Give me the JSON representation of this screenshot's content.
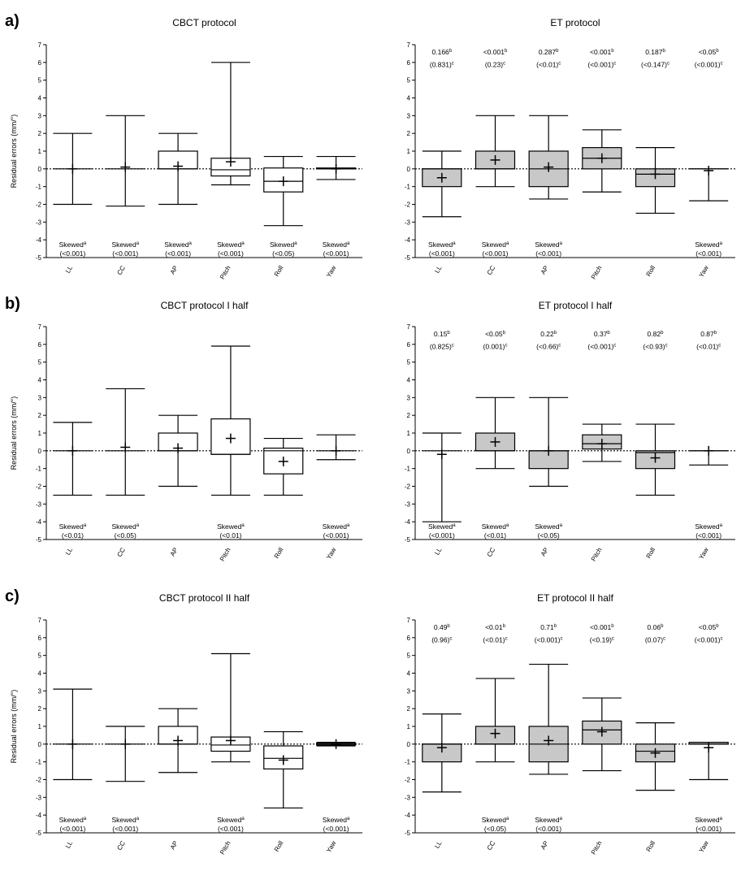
{
  "chart_data": [
    {
      "type": "boxplot",
      "panel": "a",
      "title": "CBCT protocol",
      "ylabel": "Residual errors (mm/°)",
      "ylim": [
        -5,
        7
      ],
      "yticks": [
        -5,
        -4,
        -3,
        -2,
        -1,
        0,
        1,
        2,
        3,
        4,
        5,
        6,
        7
      ],
      "reference_line": 0,
      "box_fill": "#ffffff",
      "categories": [
        "LL",
        "CC",
        "AP",
        "Pitch",
        "Roll",
        "Yaw"
      ],
      "boxes": [
        {
          "min": -2.0,
          "q1": 0.0,
          "median": 0.0,
          "q3": 0.0,
          "max": 2.0,
          "mean": 0.0
        },
        {
          "min": -2.1,
          "q1": 0.0,
          "median": 0.0,
          "q3": 0.0,
          "max": 3.0,
          "mean": 0.1
        },
        {
          "min": -2.0,
          "q1": 0.0,
          "median": 0.0,
          "q3": 1.0,
          "max": 2.0,
          "mean": 0.15
        },
        {
          "min": -0.9,
          "q1": -0.4,
          "median": -0.05,
          "q3": 0.6,
          "max": 6.0,
          "mean": 0.4
        },
        {
          "min": -3.2,
          "q1": -1.3,
          "median": -0.7,
          "q3": 0.05,
          "max": 0.7,
          "mean": -0.7
        },
        {
          "min": -0.6,
          "q1": 0.0,
          "median": 0.0,
          "q3": 0.05,
          "max": 0.7,
          "mean": 0.0
        }
      ],
      "top_annotations": [],
      "bottom_annotations": [
        {
          "label": "Skewed",
          "sup": "a",
          "p": "(<0.001)"
        },
        {
          "label": "Skewed",
          "sup": "a",
          "p": "(<0.001)"
        },
        {
          "label": "Skewed",
          "sup": "a",
          "p": "(<0.001)"
        },
        {
          "label": "Skewed",
          "sup": "a",
          "p": "(<0.001)"
        },
        {
          "label": "Skewed",
          "sup": "a",
          "p": "(<0.05)"
        },
        {
          "label": "Skewed",
          "sup": "a",
          "p": "(<0.001)"
        }
      ]
    },
    {
      "type": "boxplot",
      "panel": "a",
      "title": "ET protocol",
      "ylim": [
        -5,
        7
      ],
      "yticks": [
        -5,
        -4,
        -3,
        -2,
        -1,
        0,
        1,
        2,
        3,
        4,
        5,
        6,
        7
      ],
      "reference_line": 0,
      "box_fill": "#c8c8c8",
      "categories": [
        "LL",
        "CC",
        "AP",
        "Pitch",
        "Roll",
        "Yaw"
      ],
      "boxes": [
        {
          "min": -2.7,
          "q1": -1.0,
          "median": 0.0,
          "q3": 0.0,
          "max": 1.0,
          "mean": -0.5
        },
        {
          "min": -1.0,
          "q1": 0.0,
          "median": 0.0,
          "q3": 1.0,
          "max": 3.0,
          "mean": 0.5
        },
        {
          "min": -1.7,
          "q1": -1.0,
          "median": 0.0,
          "q3": 1.0,
          "max": 3.0,
          "mean": 0.1
        },
        {
          "min": -1.3,
          "q1": 0.0,
          "median": 0.6,
          "q3": 1.2,
          "max": 2.2,
          "mean": 0.6
        },
        {
          "min": -2.5,
          "q1": -1.0,
          "median": -0.3,
          "q3": 0.0,
          "max": 1.2,
          "mean": -0.3
        },
        {
          "min": -1.8,
          "q1": 0.0,
          "median": 0.0,
          "q3": 0.0,
          "max": 0.0,
          "mean": -0.1
        }
      ],
      "top_annotations": [
        {
          "p1": "0.166",
          "sup1": "b",
          "p2": "(0.831)",
          "sup2": "c"
        },
        {
          "p1": "<0.001",
          "sup1": "b",
          "p2": "(0.23)",
          "sup2": "c"
        },
        {
          "p1": "0.287",
          "sup1": "b",
          "p2": "(<0.01)",
          "sup2": "c"
        },
        {
          "p1": "<0.001",
          "sup1": "b",
          "p2": "(<0.001)",
          "sup2": "c"
        },
        {
          "p1": "0.187",
          "sup1": "b",
          "p2": "(<0.147)",
          "sup2": "c"
        },
        {
          "p1": "<0.05",
          "sup1": "b",
          "p2": "(<0.001)",
          "sup2": "c"
        }
      ],
      "bottom_annotations": [
        {
          "label": "Skewed",
          "sup": "a",
          "p": "(<0.001)"
        },
        {
          "label": "Skewed",
          "sup": "a",
          "p": "(<0.001)"
        },
        {
          "label": "Skewed",
          "sup": "a",
          "p": "(<0.001)"
        },
        null,
        null,
        {
          "label": "Skewed",
          "sup": "a",
          "p": "(<0.001)"
        }
      ]
    },
    {
      "type": "boxplot",
      "panel": "b",
      "title": "CBCT protocol I half",
      "ylabel": "Residual errors (mm/°)",
      "ylim": [
        -5,
        7
      ],
      "yticks": [
        -5,
        -4,
        -3,
        -2,
        -1,
        0,
        1,
        2,
        3,
        4,
        5,
        6,
        7
      ],
      "reference_line": 0,
      "box_fill": "#ffffff",
      "categories": [
        "LL",
        "CC",
        "AP",
        "Pitch",
        "Roll",
        "Yaw"
      ],
      "boxes": [
        {
          "min": -2.5,
          "q1": 0.0,
          "median": 0.0,
          "q3": 0.0,
          "max": 1.6,
          "mean": 0.0
        },
        {
          "min": -2.5,
          "q1": 0.0,
          "median": 0.0,
          "q3": 0.0,
          "max": 3.5,
          "mean": 0.2
        },
        {
          "min": -2.0,
          "q1": 0.0,
          "median": 0.0,
          "q3": 1.0,
          "max": 2.0,
          "mean": 0.15
        },
        {
          "min": -2.5,
          "q1": -0.2,
          "median": -0.2,
          "q3": 1.8,
          "max": 5.9,
          "mean": 0.7
        },
        {
          "min": -2.5,
          "q1": -1.3,
          "median": 0.0,
          "q3": 0.15,
          "max": 0.7,
          "mean": -0.6
        },
        {
          "min": -0.5,
          "q1": 0.0,
          "median": 0.0,
          "q3": 0.0,
          "max": 0.9,
          "mean": 0.0
        }
      ],
      "top_annotations": [],
      "bottom_annotations": [
        {
          "label": "Skewed",
          "sup": "a",
          "p": "(<0.01)"
        },
        {
          "label": "Skewed",
          "sup": "a",
          "p": "(<0.05)"
        },
        null,
        {
          "label": "Skewed",
          "sup": "a",
          "p": "(<0.01)"
        },
        null,
        {
          "label": "Skewed",
          "sup": "a",
          "p": "(<0.001)"
        }
      ]
    },
    {
      "type": "boxplot",
      "panel": "b",
      "title": "ET protocol I half",
      "ylim": [
        -5,
        7
      ],
      "yticks": [
        -5,
        -4,
        -3,
        -2,
        -1,
        0,
        1,
        2,
        3,
        4,
        5,
        6,
        7
      ],
      "reference_line": 0,
      "box_fill": "#c8c8c8",
      "categories": [
        "LL",
        "CC",
        "AP",
        "Pitch",
        "Roll",
        "Yaw"
      ],
      "boxes": [
        {
          "min": -4.0,
          "q1": 0.0,
          "median": 0.0,
          "q3": 0.0,
          "max": 1.0,
          "mean": -0.2
        },
        {
          "min": -1.0,
          "q1": 0.0,
          "median": 0.0,
          "q3": 1.0,
          "max": 3.0,
          "mean": 0.5
        },
        {
          "min": -2.0,
          "q1": -1.0,
          "median": 0.0,
          "q3": 0.0,
          "max": 3.0,
          "mean": 0.0
        },
        {
          "min": -0.6,
          "q1": 0.1,
          "median": 0.4,
          "q3": 0.9,
          "max": 1.5,
          "mean": 0.4
        },
        {
          "min": -2.5,
          "q1": -1.0,
          "median": -0.1,
          "q3": 0.0,
          "max": 1.5,
          "mean": -0.4
        },
        {
          "min": -0.8,
          "q1": 0.0,
          "median": 0.0,
          "q3": 0.0,
          "max": 0.0,
          "mean": 0.0
        }
      ],
      "top_annotations": [
        {
          "p1": "0.15",
          "sup1": "b",
          "p2": "(0.825)",
          "sup2": "c"
        },
        {
          "p1": "<0.05",
          "sup1": "b",
          "p2": "(0.001)",
          "sup2": "c"
        },
        {
          "p1": "0.22",
          "sup1": "b",
          "p2": "(<0.66)",
          "sup2": "c"
        },
        {
          "p1": "0.37",
          "sup1": "b",
          "p2": "(<0.001)",
          "sup2": "c"
        },
        {
          "p1": "0.82",
          "sup1": "b",
          "p2": "(<0.93)",
          "sup2": "c"
        },
        {
          "p1": "0.87",
          "sup1": "b",
          "p2": "(<0.01)",
          "sup2": "c"
        }
      ],
      "bottom_annotations": [
        {
          "label": "Skewed",
          "sup": "a",
          "p": "(<0.001)"
        },
        {
          "label": "Skewed",
          "sup": "a",
          "p": "(<0.01)"
        },
        {
          "label": "Skewed",
          "sup": "a",
          "p": "(<0.05)"
        },
        null,
        null,
        {
          "label": "Skewed",
          "sup": "a",
          "p": "(<0.001)"
        }
      ]
    },
    {
      "type": "boxplot",
      "panel": "c",
      "title": "CBCT protocol II half",
      "ylabel": "Residual errors (mm/°)",
      "ylim": [
        -5,
        7
      ],
      "yticks": [
        -5,
        -4,
        -3,
        -2,
        -1,
        0,
        1,
        2,
        3,
        4,
        5,
        6,
        7
      ],
      "reference_line": 0,
      "box_fill": "#ffffff",
      "categories": [
        "LL",
        "CC",
        "AP",
        "Pitch",
        "Roll",
        "Yaw"
      ],
      "boxes": [
        {
          "min": -2.0,
          "q1": 0.0,
          "median": 0.0,
          "q3": 0.0,
          "max": 3.1,
          "mean": 0.0
        },
        {
          "min": -2.1,
          "q1": 0.0,
          "median": 0.0,
          "q3": 0.0,
          "max": 1.0,
          "mean": 0.0
        },
        {
          "min": -1.6,
          "q1": 0.0,
          "median": 0.0,
          "q3": 1.0,
          "max": 2.0,
          "mean": 0.2
        },
        {
          "min": -1.0,
          "q1": -0.4,
          "median": -0.05,
          "q3": 0.4,
          "max": 5.1,
          "mean": 0.2
        },
        {
          "min": -3.6,
          "q1": -1.4,
          "median": -0.8,
          "q3": -0.1,
          "max": 0.7,
          "mean": -0.9
        },
        {
          "min": -0.1,
          "q1": -0.05,
          "median": 0.0,
          "q3": 0.05,
          "max": 0.1,
          "mean": 0.0
        }
      ],
      "top_annotations": [],
      "bottom_annotations": [
        {
          "label": "Skewed",
          "sup": "a",
          "p": "(<0.001)"
        },
        {
          "label": "Skewed",
          "sup": "a",
          "p": "(<0.001)"
        },
        null,
        {
          "label": "Skewed",
          "sup": "a",
          "p": "(<0.001)"
        },
        null,
        {
          "label": "Skewed",
          "sup": "a",
          "p": "(<0.001)"
        }
      ]
    },
    {
      "type": "boxplot",
      "panel": "c",
      "title": "ET protocol II half",
      "ylim": [
        -5,
        7
      ],
      "yticks": [
        -5,
        -4,
        -3,
        -2,
        -1,
        0,
        1,
        2,
        3,
        4,
        5,
        6,
        7
      ],
      "reference_line": 0,
      "box_fill": "#c8c8c8",
      "categories": [
        "LL",
        "CC",
        "AP",
        "Pitch",
        "Roll",
        "Yaw"
      ],
      "boxes": [
        {
          "min": -2.7,
          "q1": -1.0,
          "median": 0.0,
          "q3": 0.0,
          "max": 1.7,
          "mean": -0.2
        },
        {
          "min": -1.0,
          "q1": 0.0,
          "median": 0.0,
          "q3": 1.0,
          "max": 3.7,
          "mean": 0.6
        },
        {
          "min": -1.7,
          "q1": -1.0,
          "median": 0.0,
          "q3": 1.0,
          "max": 4.5,
          "mean": 0.2
        },
        {
          "min": -1.5,
          "q1": 0.0,
          "median": 0.8,
          "q3": 1.3,
          "max": 2.6,
          "mean": 0.7
        },
        {
          "min": -2.6,
          "q1": -1.0,
          "median": -0.4,
          "q3": 0.0,
          "max": 1.2,
          "mean": -0.5
        },
        {
          "min": -2.0,
          "q1": 0.0,
          "median": 0.0,
          "q3": 0.1,
          "max": 0.1,
          "mean": -0.2
        }
      ],
      "top_annotations": [
        {
          "p1": "0.49",
          "sup1": "b",
          "p2": "(0.96)",
          "sup2": "c"
        },
        {
          "p1": "<0.01",
          "sup1": "b",
          "p2": "(<0.01)",
          "sup2": "c"
        },
        {
          "p1": "0.71",
          "sup1": "b",
          "p2": "(<0.001)",
          "sup2": "c"
        },
        {
          "p1": "<0.001",
          "sup1": "b",
          "p2": "(<0.19)",
          "sup2": "c"
        },
        {
          "p1": "0.06",
          "sup1": "b",
          "p2": "(0.07)",
          "sup2": "c"
        },
        {
          "p1": "<0.05",
          "sup1": "b",
          "p2": "(<0.001)",
          "sup2": "c"
        }
      ],
      "bottom_annotations": [
        null,
        {
          "label": "Skewed",
          "sup": "a",
          "p": "(<0.05)"
        },
        {
          "label": "Skewed",
          "sup": "a",
          "p": "(<0.001)"
        },
        null,
        null,
        {
          "label": "Skewed",
          "sup": "a",
          "p": "(<0.001)"
        }
      ]
    }
  ],
  "row_labels": [
    "a)",
    "b)",
    "c)"
  ]
}
